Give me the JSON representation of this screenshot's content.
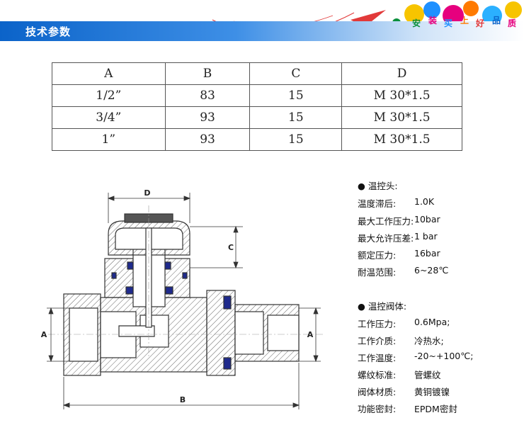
{
  "header": {
    "title": "技术参数",
    "brand_chars": [
      "安",
      "装",
      "买",
      "上",
      "好",
      "品",
      "质"
    ]
  },
  "table": {
    "headers": [
      "A",
      "B",
      "C",
      "D"
    ],
    "rows": [
      [
        "1/2”",
        "83",
        "15",
        "M 30*1.5"
      ],
      [
        "3/4”",
        "93",
        "15",
        "M 30*1.5"
      ],
      [
        "1”",
        "93",
        "15",
        "M 30*1.5"
      ]
    ]
  },
  "drawing": {
    "labels": {
      "d": "D",
      "c": "C",
      "a_left": "A",
      "a_right": "A",
      "b": "B"
    }
  },
  "specs": {
    "head_section": {
      "title": "● 温控头:",
      "items": [
        {
          "label": "温度滞后:",
          "value": "1.0K"
        },
        {
          "label": "最大工作压力:",
          "value": "10bar"
        },
        {
          "label": "最大允许压差:",
          "value": "1 bar"
        },
        {
          "label": "额定压力:",
          "value": "16bar"
        },
        {
          "label": "耐温范围:",
          "value": "6~28℃"
        }
      ]
    },
    "body_section": {
      "title": "● 温控阀体:",
      "items": [
        {
          "label": "工作压力:",
          "value": "0.6Mpa;"
        },
        {
          "label": "工作介质:",
          "value": "冷热水;"
        },
        {
          "label": "工作温度:",
          "value": "-20~+100℃;"
        },
        {
          "label": "螺纹标准:",
          "value": "管螺纹"
        },
        {
          "label": "阀体材质:",
          "value": "黄铜镀镍"
        },
        {
          "label": "功能密封:",
          "value": "EPDM密封"
        }
      ]
    }
  },
  "colors": {
    "header_blue": "#0b63c9",
    "seal_blue": "#1f2a8c",
    "hatch": "#555555"
  }
}
